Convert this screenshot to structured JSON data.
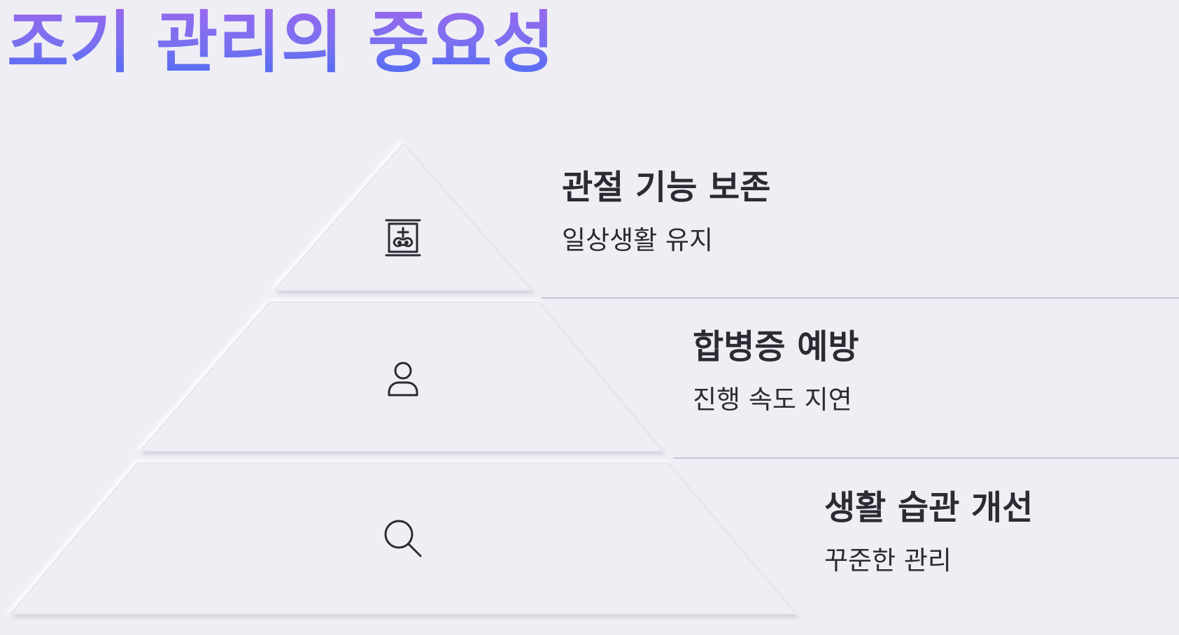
{
  "title": "조기 관리의 중요성",
  "levels": [
    {
      "heading": "관절 기능 보존",
      "description": "일상생활 유지",
      "icon": "x-ray-icon"
    },
    {
      "heading": "합병증 예방",
      "description": "진행 속도 지연",
      "icon": "person-icon"
    },
    {
      "heading": "생활 습관 개선",
      "description": "꾸준한 관리",
      "icon": "search-icon"
    }
  ],
  "colors": {
    "background": "#eeeef4",
    "title_gradient_top": "#9a66ee",
    "title_gradient_bottom": "#4d6cf5",
    "text": "#2b2b33",
    "divider": "#c4c5d6"
  }
}
